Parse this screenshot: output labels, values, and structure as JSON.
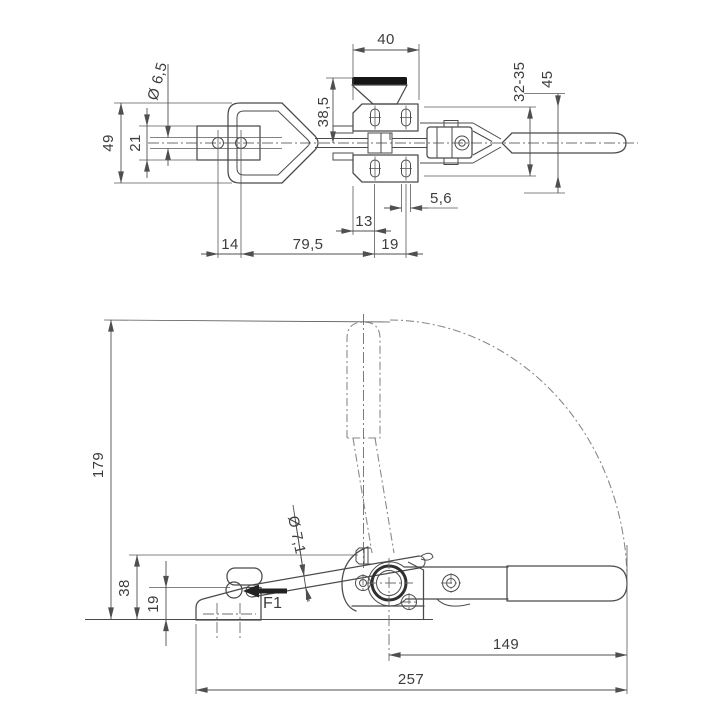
{
  "colors": {
    "background": "#ffffff",
    "line": "#4a4a4a",
    "dimension_line": "#4f4f4f",
    "text": "#3d3d3d",
    "knob_cap": "#161616",
    "phantom": "#8a8a8a"
  },
  "top_view": {
    "dims": {
      "base_width": "40",
      "hole_diameter": "Ø 6,5",
      "knob_height": "38,5",
      "latch_height": "49",
      "plate_height": "21",
      "hole_rows_range": "32-35",
      "outer_height": "45",
      "slot_width": "5,6",
      "edge_to_slot": "13",
      "plate_hole_pitch": "14",
      "plate_to_base": "79,5",
      "slot_pitch": "19"
    }
  },
  "side_view": {
    "dims": {
      "total_height": "179",
      "pivot_height": "38",
      "hook_height": "19",
      "rod_diameter": "Ø 7,1",
      "handle_length": "149",
      "total_length": "257"
    },
    "labels": {
      "force": "F1"
    }
  }
}
